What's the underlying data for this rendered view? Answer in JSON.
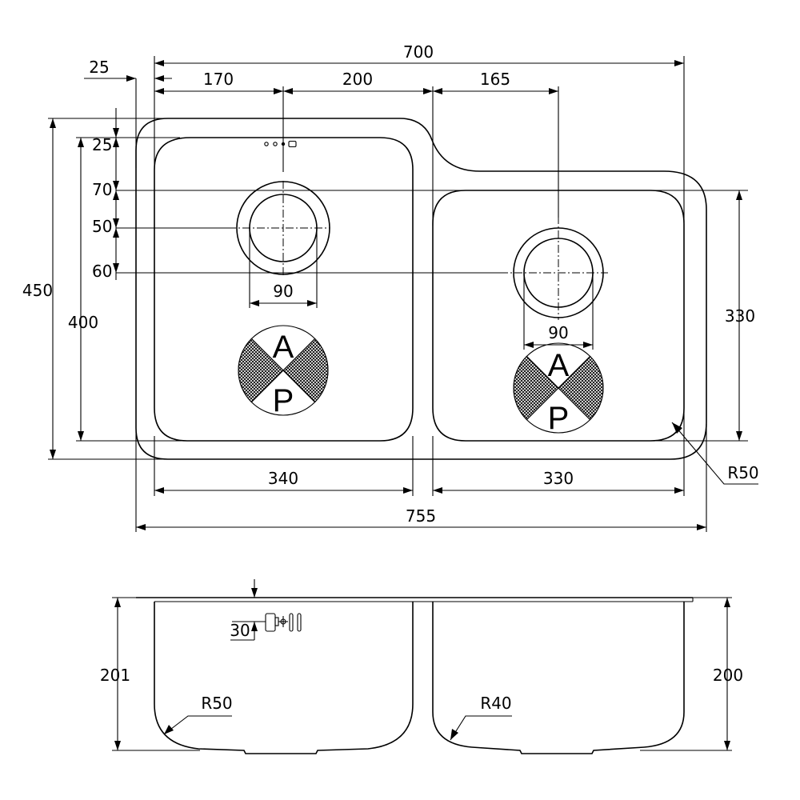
{
  "plan_view": {
    "dimensions": {
      "overall_width_top": "700",
      "left_offset": "25",
      "left_drain_offset": "170",
      "drain_spacing": "200",
      "right_drain_offset": "165",
      "top_inset": "25",
      "drain_y_offset": "70",
      "drain_center_offset": "50",
      "drain_bottom_offset": "60",
      "left_drain_diameter": "90",
      "right_drain_diameter": "90",
      "overall_depth": "450",
      "left_bowl_depth": "400",
      "right_bowl_depth": "330",
      "left_bowl_width": "340",
      "right_bowl_width": "330",
      "overall_width_bottom": "755",
      "corner_radius": "R50"
    },
    "badges": {
      "left_top_letter": "A",
      "left_bottom_letter": "P",
      "right_top_letter": "A",
      "right_bottom_letter": "P"
    }
  },
  "section_view": {
    "dimensions": {
      "overflow_height": "30",
      "left_bowl_height": "201",
      "right_bowl_height": "200",
      "left_bottom_radius": "R50",
      "right_bottom_radius": "R40"
    }
  }
}
